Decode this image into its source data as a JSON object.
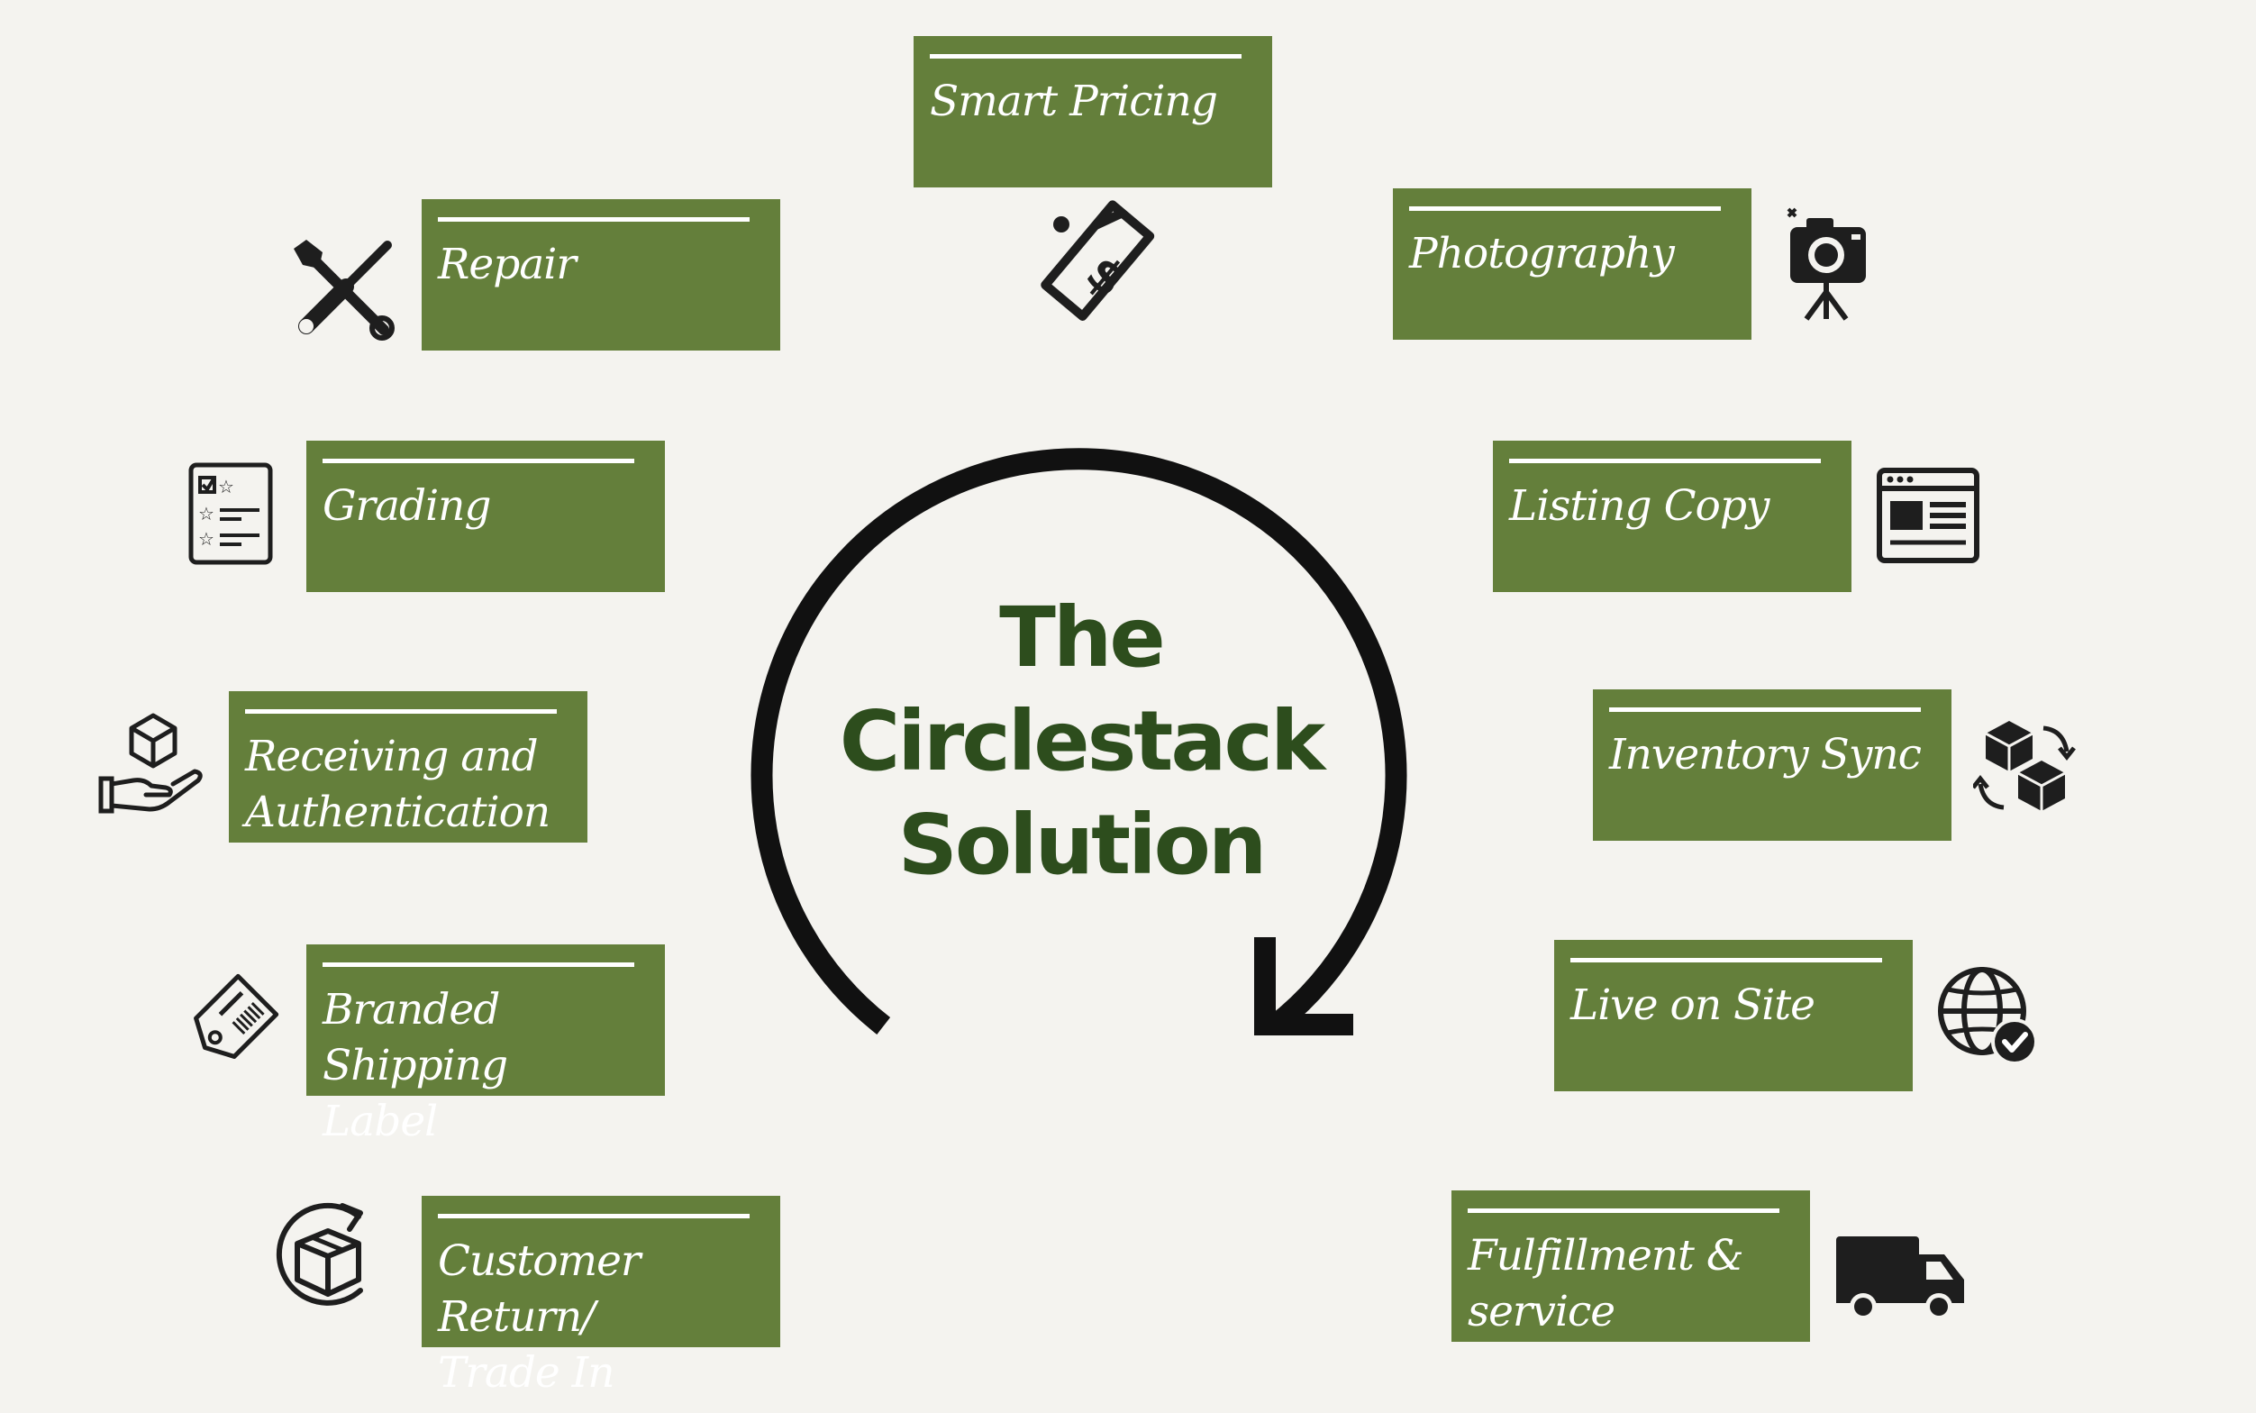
{
  "center": {
    "line1": "The",
    "line2": "Circlestack",
    "line3": "Solution"
  },
  "steps": {
    "smart_pricing": "Smart Pricing",
    "photography": "Photography",
    "listing_copy": "Listing Copy",
    "inventory_sync": "Inventory Sync",
    "live_on_site": "Live on Site",
    "fulfillment": "Fulfillment &\nservice",
    "customer_return": "Customer Return/\nTrade In",
    "branded_shipping": "Branded Shipping\nLabel",
    "receiving": "Receiving and\nAuthentication",
    "grading": "Grading",
    "repair": "Repair"
  },
  "colors": {
    "box_fill": "#647f3b",
    "title_text": "#2d4d1d",
    "icon": "#1e1e1e",
    "background": "#f4f3ef"
  },
  "icons": {
    "smart_pricing": "price-tag-dollar-icon",
    "photography": "camera-tripod-icon",
    "listing_copy": "web-page-listing-icon",
    "inventory_sync": "boxes-sync-icon",
    "live_on_site": "globe-check-icon",
    "fulfillment": "delivery-truck-icon",
    "customer_return": "box-return-arrow-icon",
    "branded_shipping": "shipping-label-tag-icon",
    "receiving": "hand-holding-box-icon",
    "grading": "rating-checklist-icon",
    "repair": "wrench-screwdriver-icon"
  }
}
